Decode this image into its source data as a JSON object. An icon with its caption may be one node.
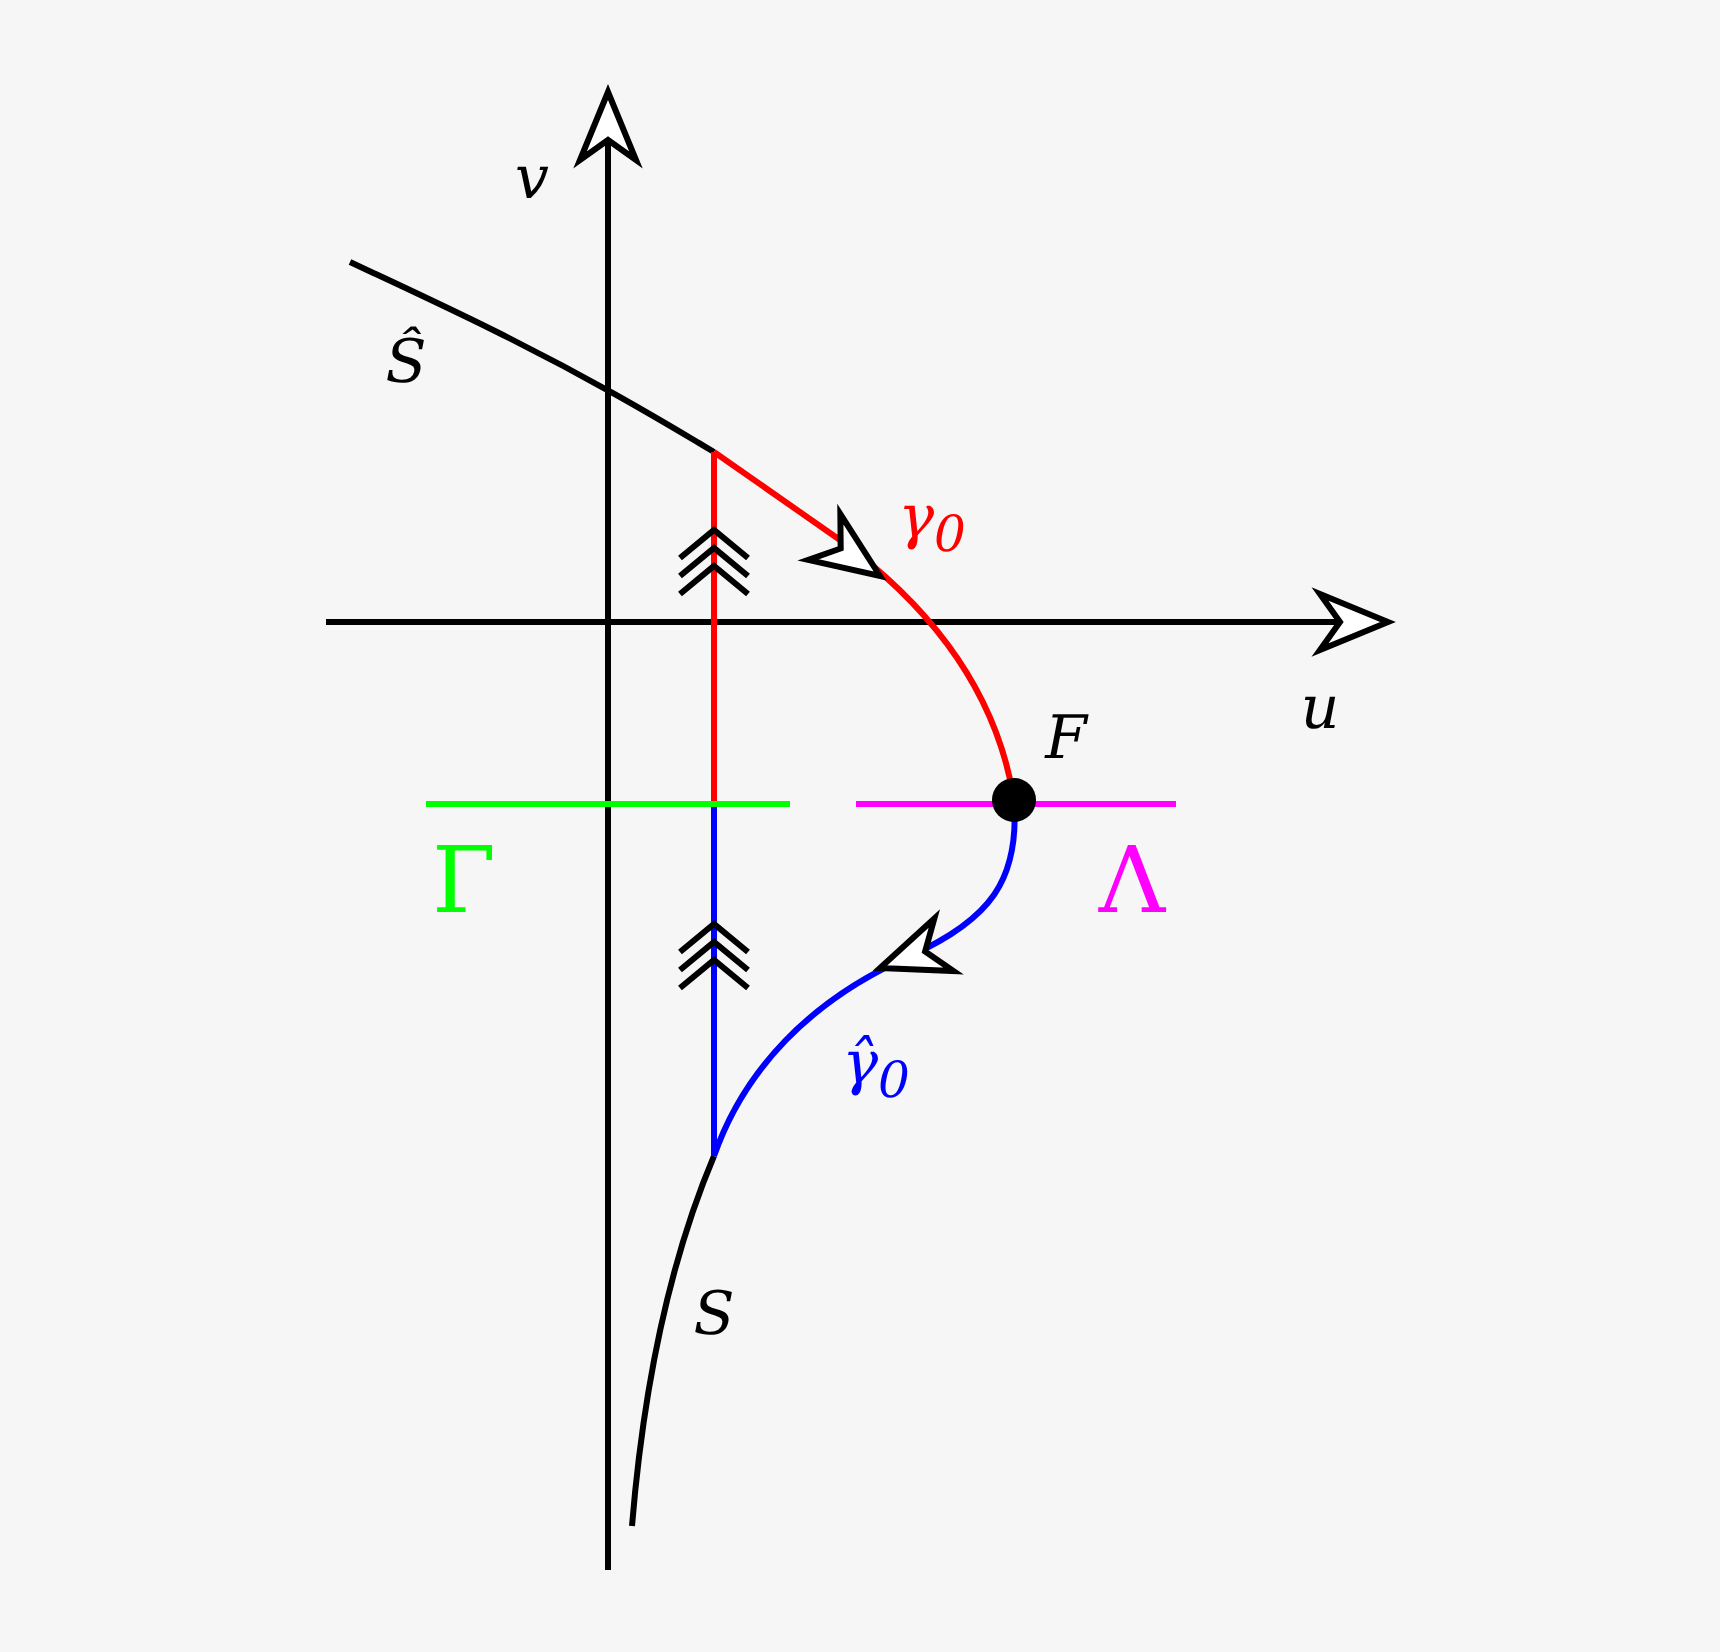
{
  "diagram": {
    "labels": [
      "v",
      "Ŝ",
      "γ$_{0}$",
      "u",
      "F",
      "Γ",
      "Λ",
      "γ̂$_{0}$",
      "S"
    ]
  }
}
